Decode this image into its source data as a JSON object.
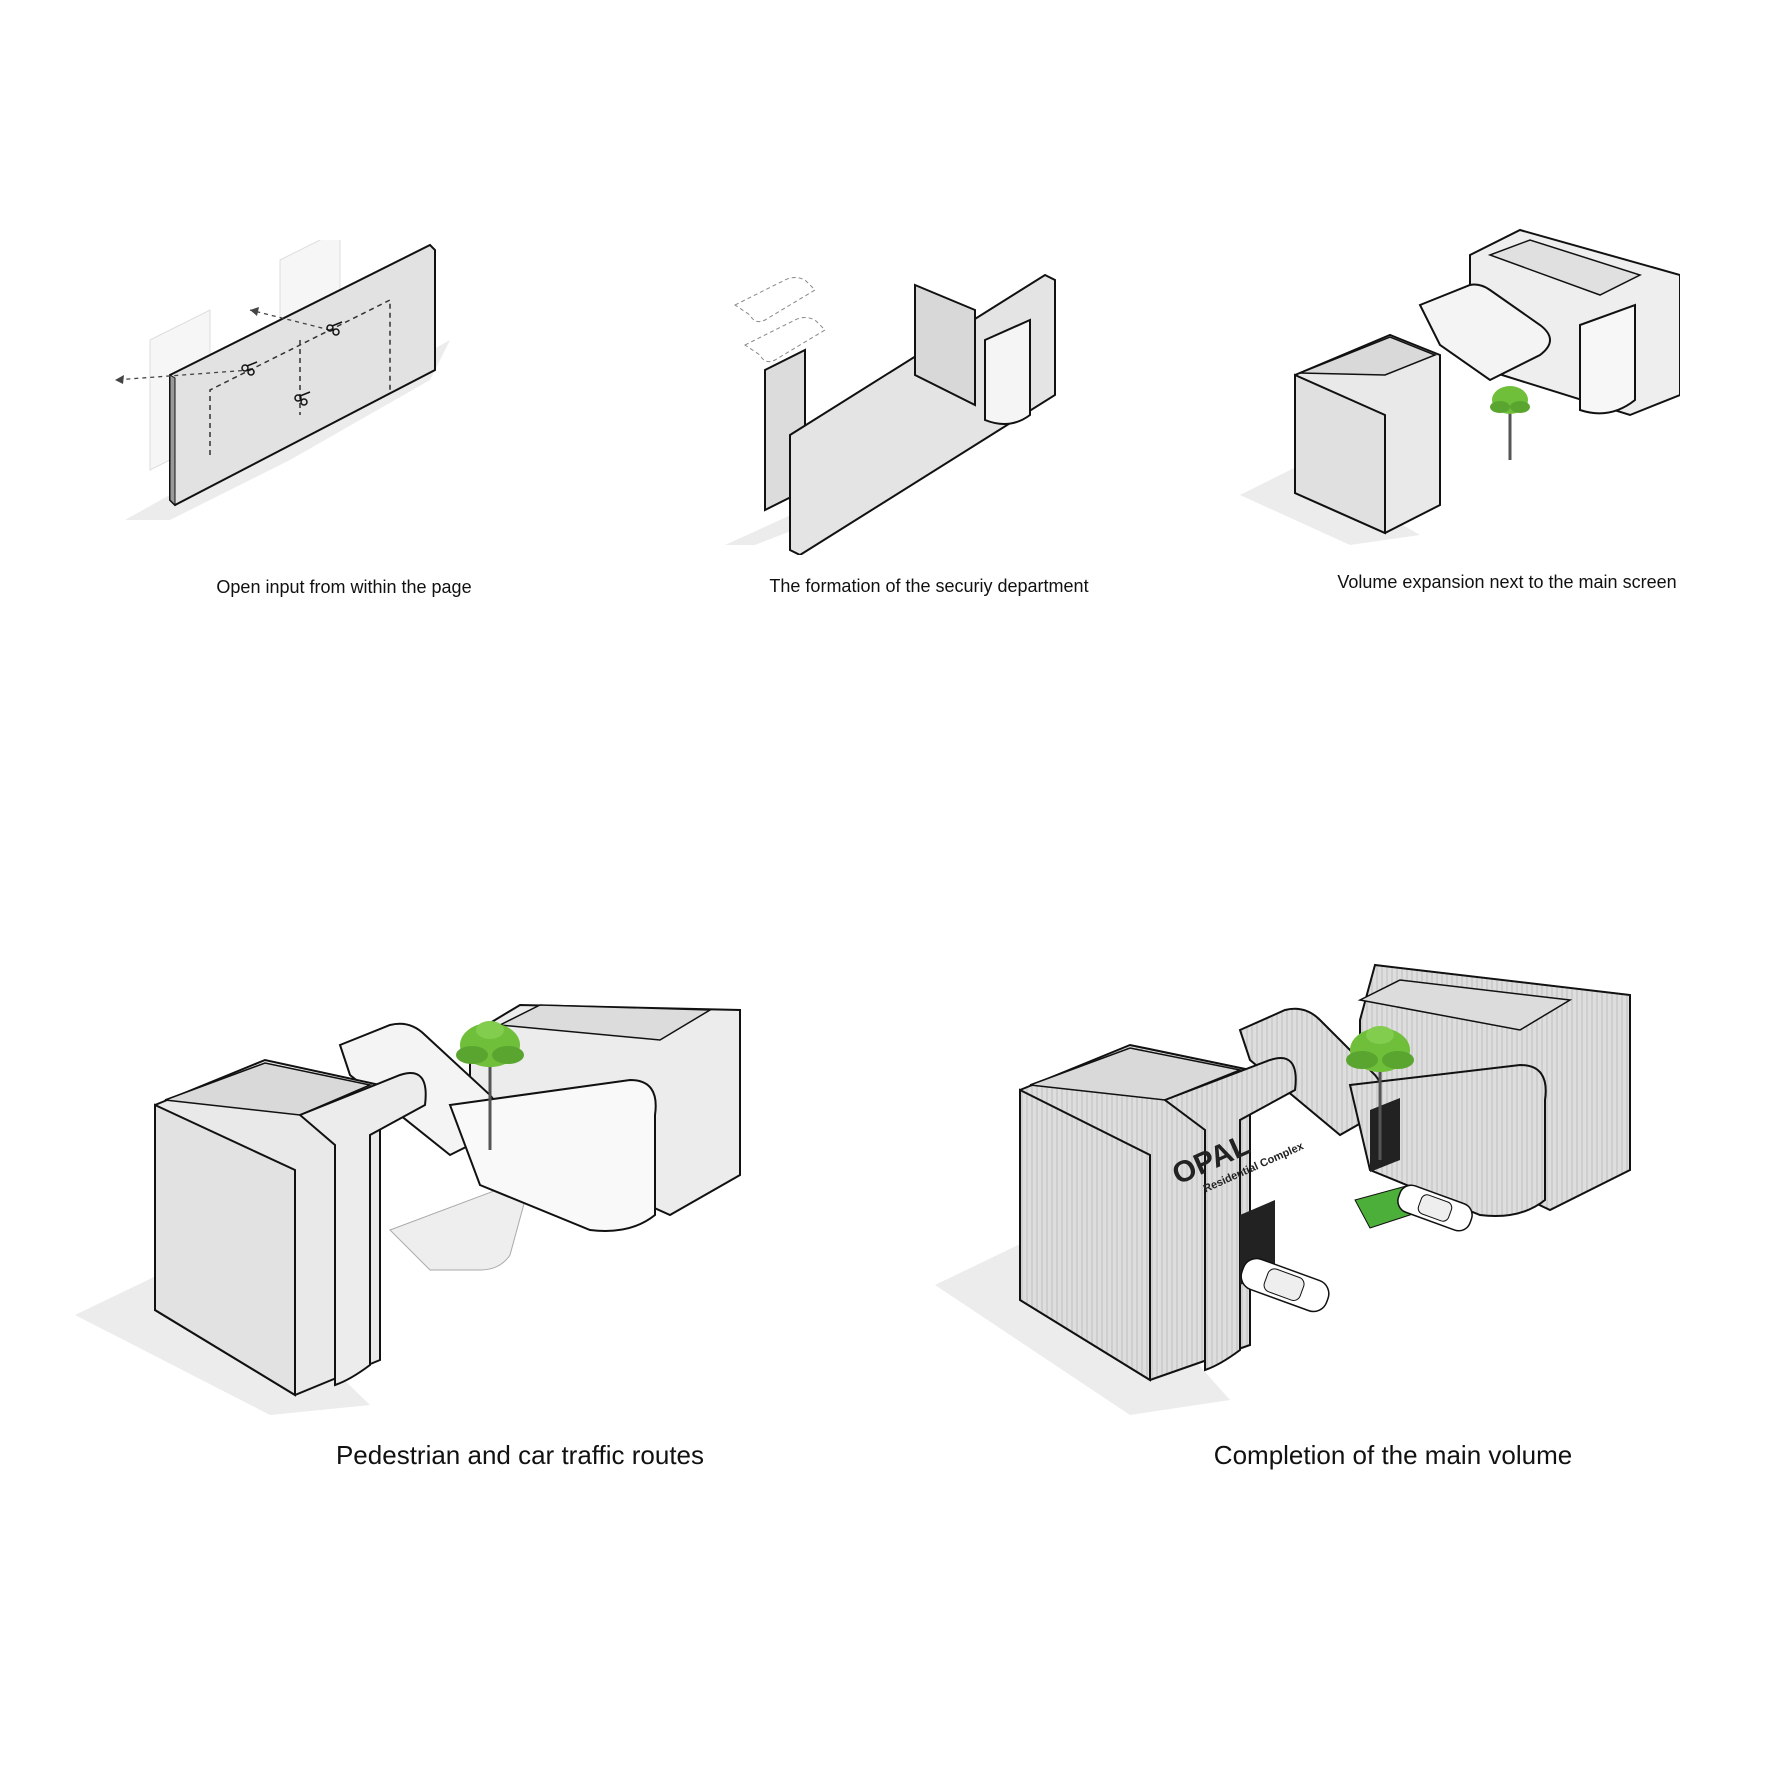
{
  "diagram": {
    "steps": [
      {
        "id": "step-1",
        "caption": "Open input from within the page"
      },
      {
        "id": "step-2",
        "caption": "The formation of the securiy department"
      },
      {
        "id": "step-3",
        "caption": "Volume expansion next to the main screen"
      },
      {
        "id": "step-4",
        "caption": "Pedestrian and car traffic routes"
      },
      {
        "id": "step-5",
        "caption": "Completion of the main volume"
      }
    ],
    "signage": {
      "brand": "OPAL",
      "subtitle": "Residential Complex"
    },
    "colors": {
      "background": "#ffffff",
      "wall_face": "#e6e6e6",
      "wall_dark": "#cfcfcf",
      "roof": "#d9d9d9",
      "shadow": "#ececec",
      "stroke": "#111111",
      "tree": "#6fbf3b",
      "grass": "#4caf3a",
      "timber_texture": "#bdbdbd"
    },
    "icons": [
      "scissors-icon",
      "dashed-arrow-icon",
      "palm-tree-icon",
      "car-icon"
    ]
  }
}
